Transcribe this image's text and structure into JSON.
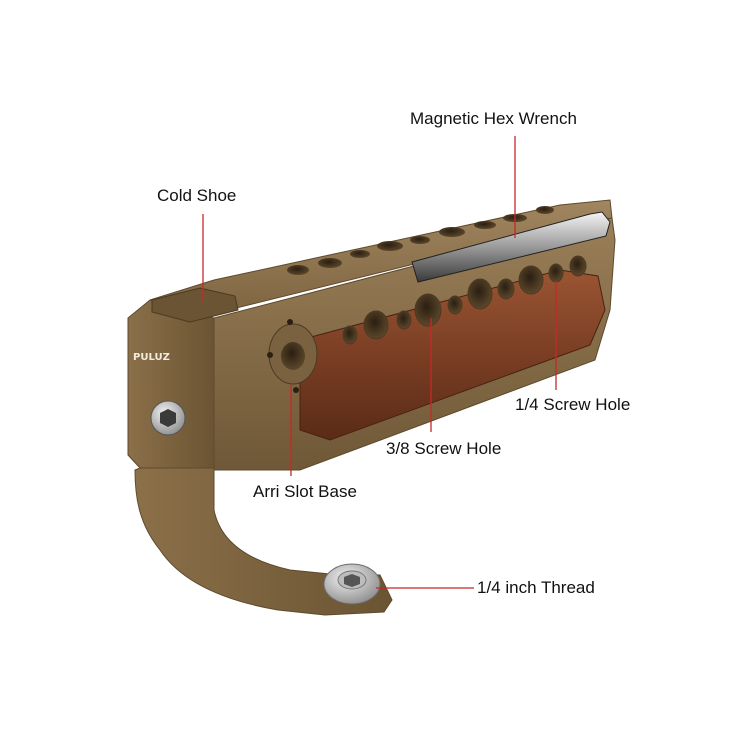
{
  "brand": {
    "logo_text": "PULUZ",
    "colors": {
      "bronze": "#8a6f4a",
      "bronze_dark": "#5e4a2e",
      "wood": "#7a3e24",
      "callout_line": "#c62828"
    }
  },
  "callouts": {
    "magnetic_hex_wrench": "Magnetic Hex Wrench",
    "cold_shoe": "Cold Shoe",
    "screw_hole_quarter": "1/4 Screw Hole",
    "screw_hole_three_eighths": "3/8 Screw Hole",
    "arri_slot_base": "Arri Slot Base",
    "quarter_inch_thread": "1/4 inch Thread"
  }
}
